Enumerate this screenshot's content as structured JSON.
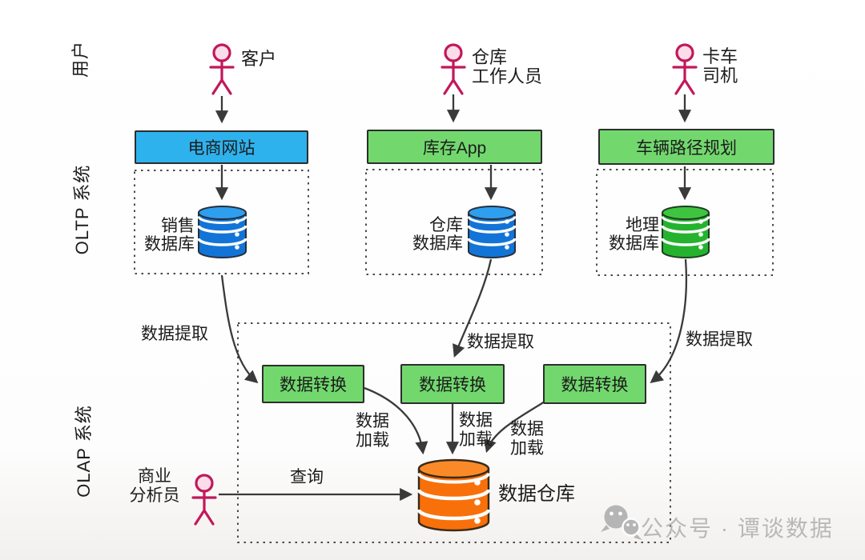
{
  "sections": {
    "users_label": "用户",
    "oltp_label": "OLTP 系统",
    "olap_label": "OLAP 系统"
  },
  "actors": {
    "customer": {
      "label": "客户"
    },
    "warehouse_staff": {
      "line1": "仓库",
      "line2": "工作人员"
    },
    "truck_driver": {
      "line1": "卡车",
      "line2": "司机"
    },
    "business_analyst": {
      "line1": "商业",
      "line2": "分析员"
    }
  },
  "apps": {
    "ecommerce": {
      "label": "电商网站",
      "color": "#2eb2ee"
    },
    "inventory": {
      "label": "库存App",
      "color": "#72d86e"
    },
    "routing": {
      "label": "车辆路径规划",
      "color": "#72d86e"
    }
  },
  "databases": {
    "sales": {
      "line1": "销售",
      "line2": "数据库",
      "color": "#1374d8"
    },
    "warehouse": {
      "line1": "仓库",
      "line2": "数据库",
      "color": "#1374d8"
    },
    "geo": {
      "line1": "地理",
      "line2": "数据库",
      "color": "#25b32f"
    },
    "data_warehouse": {
      "label": "数据仓库",
      "color": "#f8700a"
    }
  },
  "flows": {
    "extract_1": "数据提取",
    "extract_2": "数据提取",
    "extract_3": "数据提取",
    "transform_1": "数据转换",
    "transform_2": "数据转换",
    "transform_3": "数据转换",
    "load_1": {
      "line1": "数据",
      "line2": "加载"
    },
    "load_2": {
      "line1": "数据",
      "line2": "加载"
    },
    "load_3": {
      "line1": "数据",
      "line2": "加载"
    },
    "query": "查询"
  },
  "watermark": {
    "text": "公众号 · 谭谈数据",
    "color": "#b8b8b8"
  },
  "palette": {
    "actor_stroke": "#c2185b",
    "arrow": "#3a3a3a",
    "dashed_border": "#4a4a4a",
    "text": "#1c1c1c"
  }
}
